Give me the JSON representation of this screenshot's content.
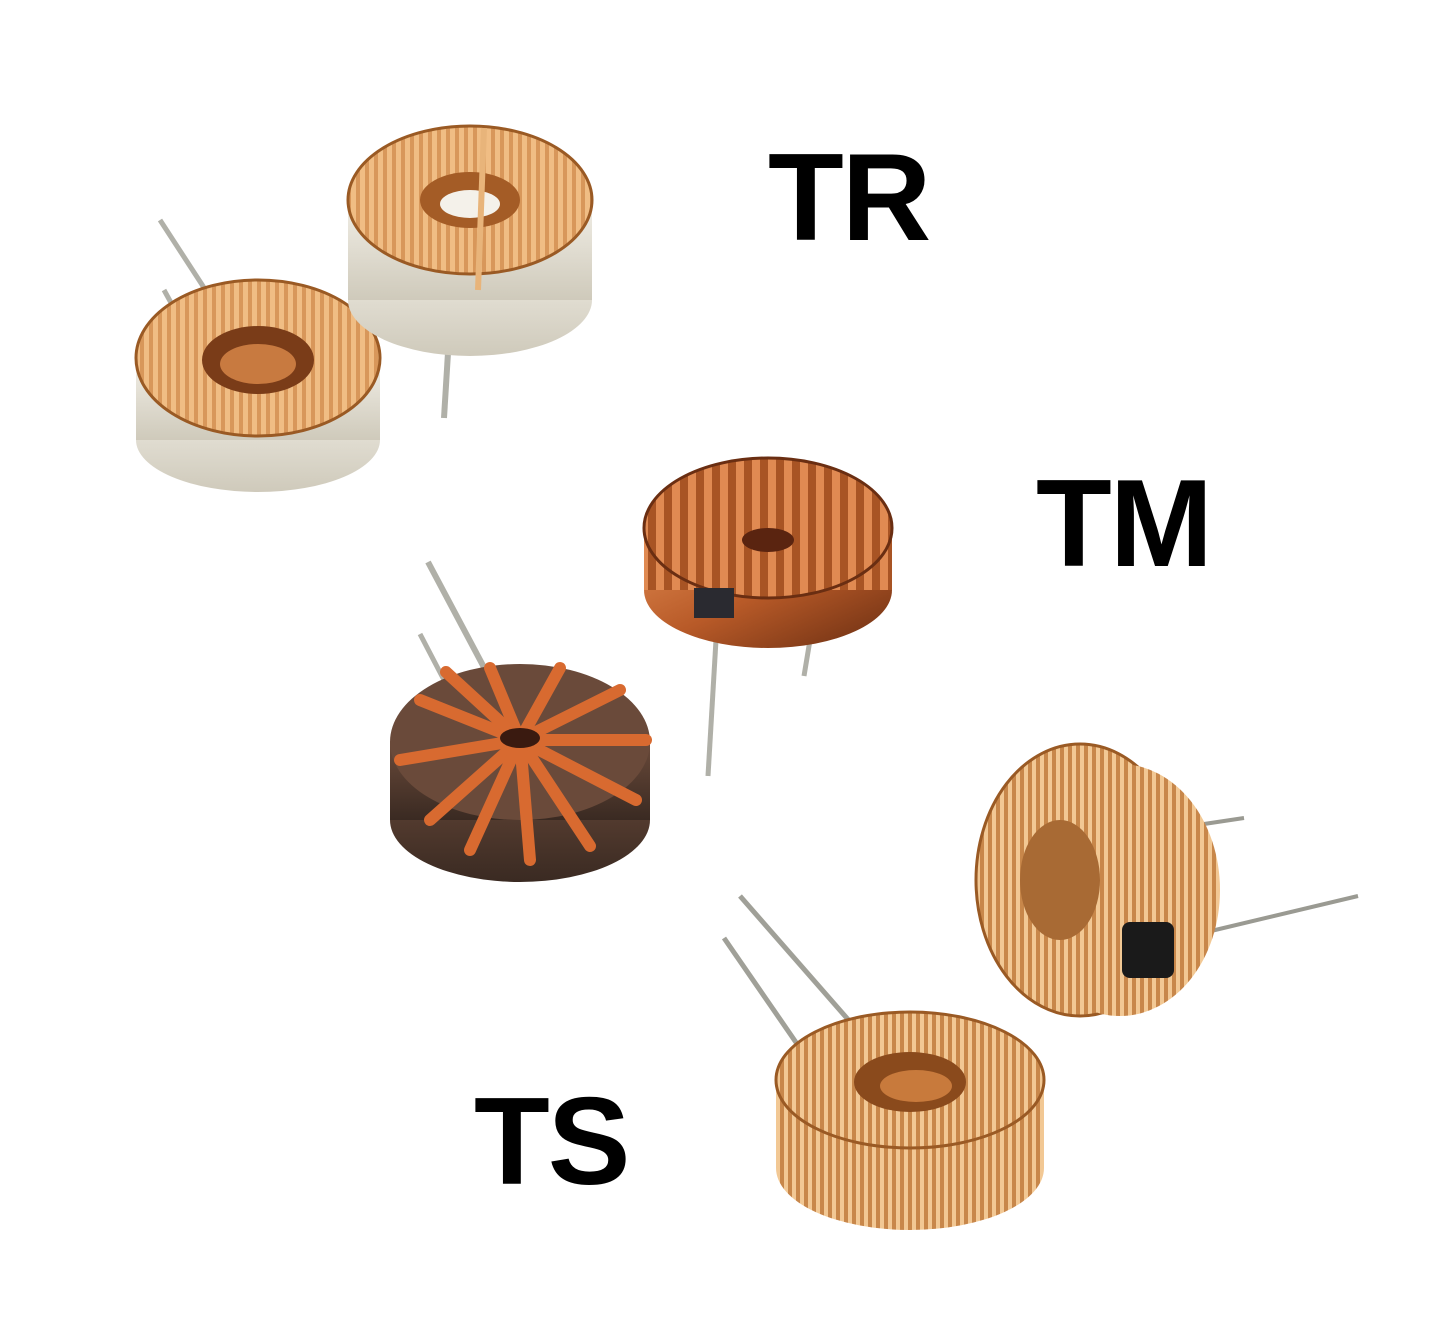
{
  "labels": {
    "tr": "TR",
    "tm": "TM",
    "ts": "TS"
  },
  "colors": {
    "background": "#ffffff",
    "label_text": "#000000",
    "copper_light": "#e9a86a",
    "copper_mid": "#c87a3c",
    "copper_dark": "#8a4a1c",
    "core_white": "#e8e4da",
    "core_dark": "#3a2a22",
    "lead_wire": "#a8a8a0"
  },
  "icons": {
    "tr_inductor_a": "toroid-inductor-white-core",
    "tr_inductor_b": "toroid-inductor-white-core",
    "tm_inductor_a": "toroid-inductor-dark-core",
    "tm_inductor_b": "toroid-inductor-dark-core",
    "ts_inductor_a": "toroid-inductor-upright",
    "ts_inductor_b": "toroid-inductor-flat"
  }
}
